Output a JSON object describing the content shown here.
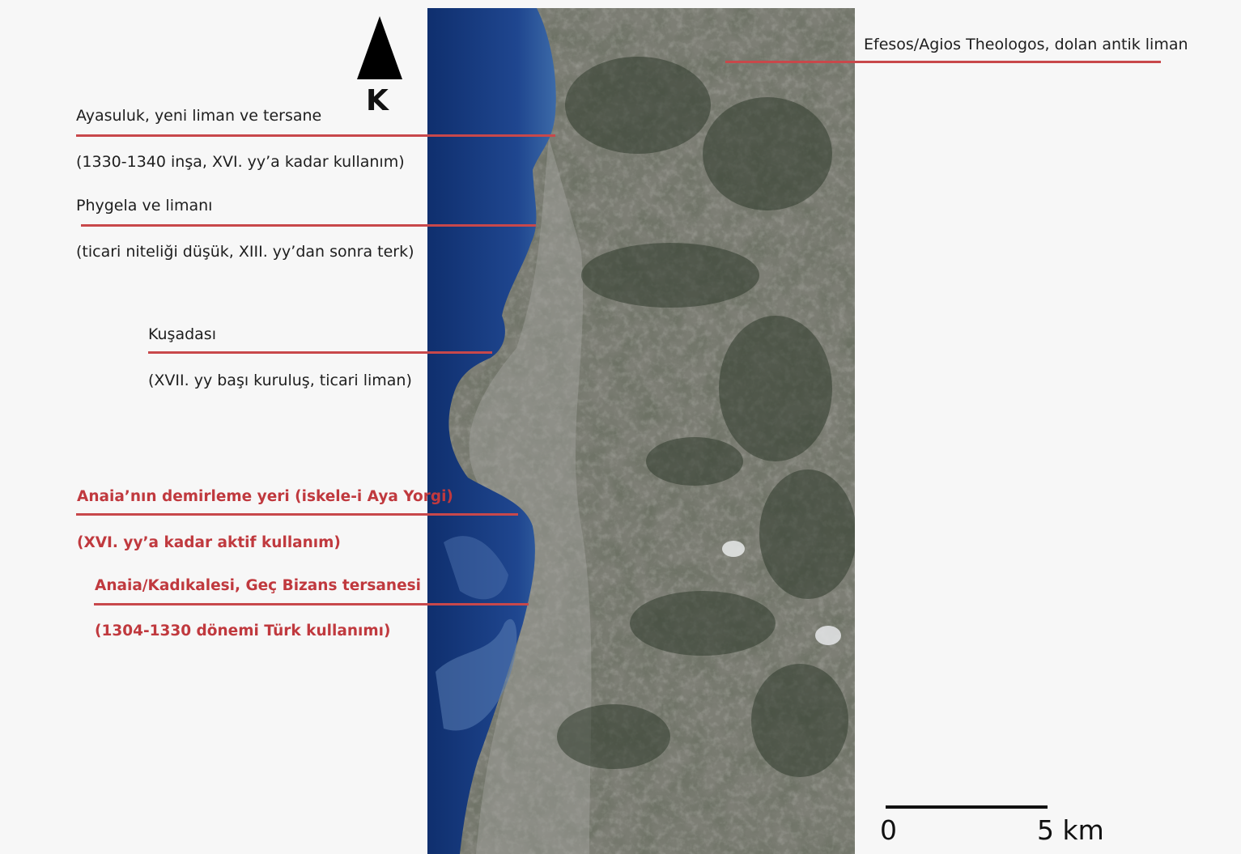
{
  "map": {
    "north": {
      "letter": "K",
      "icon": "north-arrow-icon"
    },
    "scale": {
      "start": "0",
      "end": "5 km"
    },
    "labels": {
      "efesos": "Efesos/Agios Theologos, dolan antik liman",
      "ayasuluk_title": "Ayasuluk, yeni liman ve tersane",
      "ayasuluk_note": "(1330-1340 inşa, XVI. yy’a kadar kullanım)",
      "phygela_title": "Phygela ve limanı",
      "phygela_note": "(ticari niteliği düşük, XIII. yy’dan sonra terk)",
      "kusadasi_title": "Kuşadası",
      "kusadasi_note": "(XVII. yy başı kuruluş, ticari liman)",
      "anaia_title": "Anaia’nın demirleme yeri (iskele-i Aya Yorgi)",
      "anaia_note": "(XVI. yy’a kadar aktif kullanım)",
      "kadikalesi_title": "Anaia/Kadıkalesi, Geç Bizans tersanesi",
      "kadikalesi_note": "(1304-1330 dönemi Türk kullanımı)"
    },
    "colors": {
      "sea": "#1c3f86",
      "land": "#7a7b72",
      "leader": "#c8484b",
      "red_text": "#c0393e"
    }
  }
}
